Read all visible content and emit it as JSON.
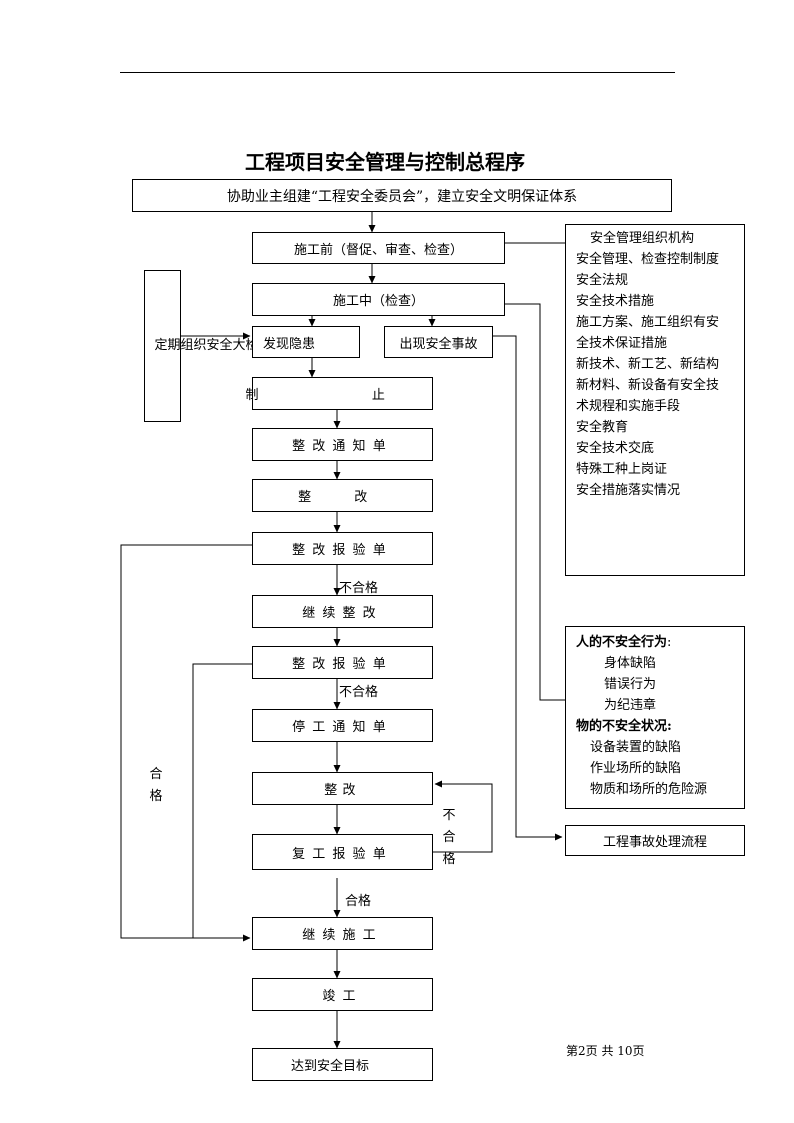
{
  "title": "工程项目安全管理与控制总程序",
  "steps": {
    "top": "协助业主组建“工程安全委员会”，建立安全文明保证体系",
    "before": "施工前（督促、审查、检查）",
    "during": "施工中（检查）",
    "hazard": "发现隐患",
    "accident": "出现安全事故",
    "stop": "制  止",
    "notice": "整改通知单",
    "rectify1": "整 改",
    "report1": "整改报验单",
    "continue_rectify": "继续整改",
    "report2": "整改报验单",
    "stop_notice": "停工通知单",
    "rectify2": "整改",
    "resume_report": "复工报验单",
    "continue_work": "继续施工",
    "complete": "竣工",
    "goal": "达到安全目标",
    "accident_flow": "工程事故处理流程"
  },
  "periodic_check": "定期组织安全大检查",
  "labels": {
    "fail1": "不合格",
    "fail2": "不合格",
    "fail3": "不合格",
    "pass_main": "合格",
    "pass_left": "合格"
  },
  "measures": [
    "安全管理组织机构",
    "安全管理、检查控制制度",
    "安全法规",
    "安全技术措施",
    "施工方案、施工组织有安",
    "全技术保证措施",
    "新技术、新工艺、新结构",
    "新材料、新设备有安全技",
    "术规程和实施手段",
    "安全教育",
    "安全技术交底",
    "特殊工种上岗证",
    "安全措施落实情况"
  ],
  "unsafe": {
    "human_title": "人的不安全行为",
    "human_colon": ":",
    "human_items": [
      "身体缺陷",
      "错误行为",
      "为纪违章"
    ],
    "object_title": "物的不安全状况:",
    "object_items": [
      "设备装置的缺陷",
      "作业场所的缺陷",
      "物质和场所的危险源"
    ]
  },
  "page_number": "第2页 共  10页"
}
